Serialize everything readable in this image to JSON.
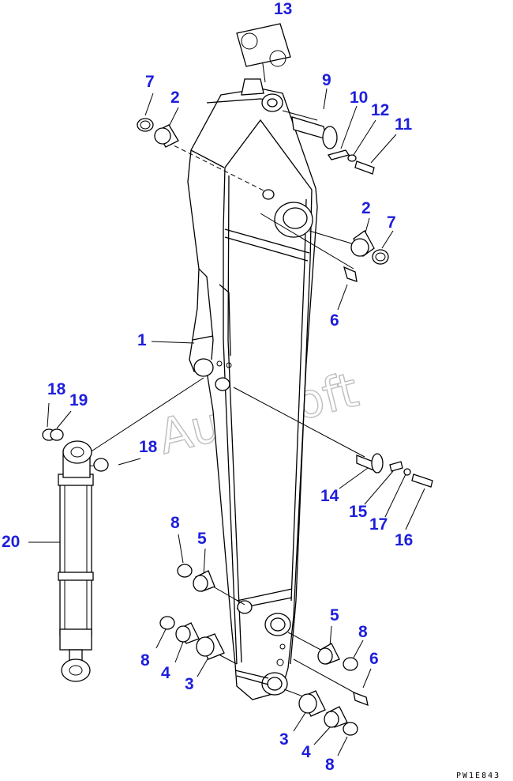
{
  "watermark": "AutoSoft",
  "drawing_code": "PW1E843",
  "callouts": [
    "13",
    "7",
    "2",
    "9",
    "10",
    "12",
    "11",
    "2",
    "7",
    "6",
    "1",
    "18",
    "19",
    "18",
    "14",
    "15",
    "17",
    "16",
    "20",
    "8",
    "5",
    "5",
    "8",
    "6",
    "8",
    "4",
    "3",
    "3",
    "4",
    "8"
  ]
}
